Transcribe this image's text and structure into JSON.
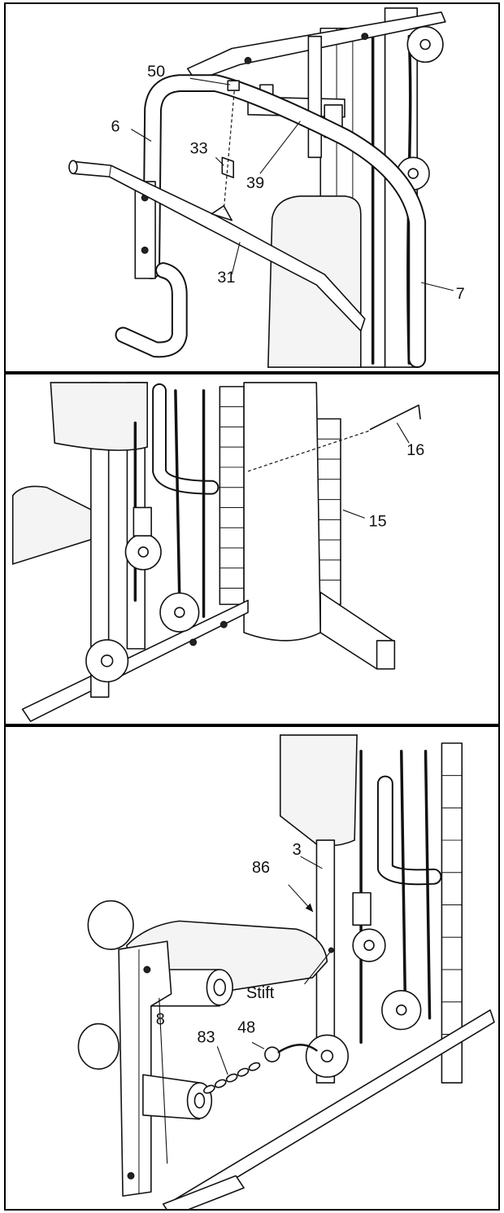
{
  "figure": {
    "panels": [
      {
        "id": "upper-frame",
        "callouts": [
          "50",
          "6",
          "33",
          "39",
          "31",
          "7"
        ]
      },
      {
        "id": "weight-stack",
        "callouts": [
          "16",
          "15"
        ]
      },
      {
        "id": "seat-assembly",
        "callouts": [
          "3",
          "86",
          "Stift",
          "8",
          "83",
          "48"
        ]
      }
    ]
  }
}
